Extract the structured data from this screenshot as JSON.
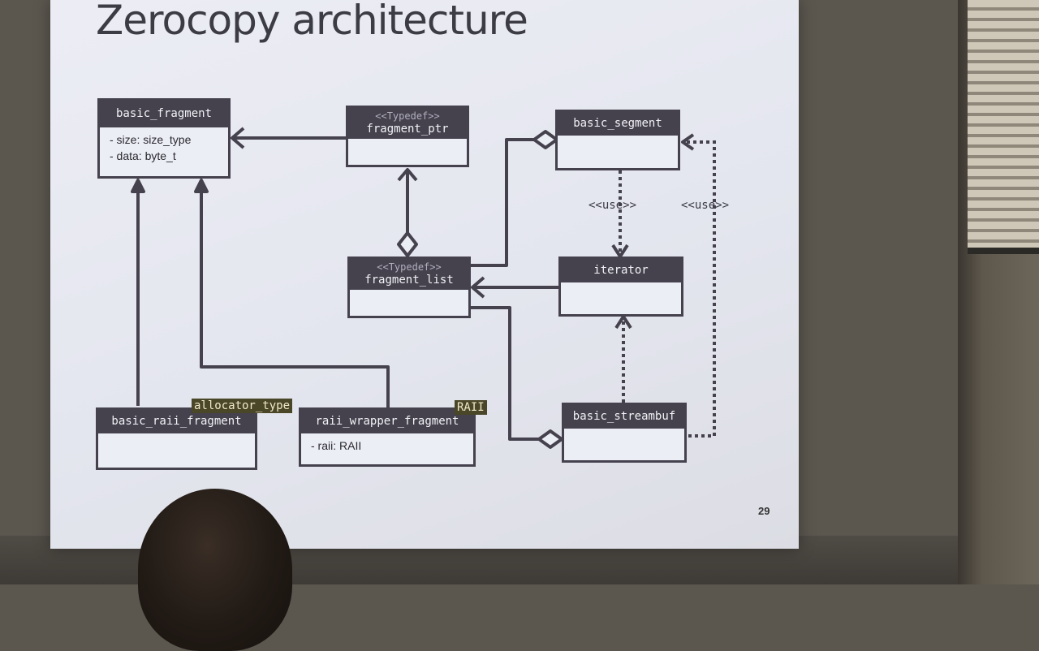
{
  "slide": {
    "title": "Zerocopy architecture",
    "page_number": "29"
  },
  "classes": {
    "basic_fragment": {
      "name": "basic_fragment",
      "attributes": [
        "- size: size_type",
        "- data: byte_t"
      ]
    },
    "fragment_ptr": {
      "stereotype": "<<Typedef>>",
      "name": "fragment_ptr"
    },
    "basic_segment": {
      "name": "basic_segment"
    },
    "fragment_list": {
      "stereotype": "<<Typedef>>",
      "name": "fragment_list"
    },
    "iterator": {
      "name": "iterator"
    },
    "basic_raii_fragment": {
      "name": "basic_raii_fragment",
      "template_param": "allocator_type"
    },
    "raii_wrapper_fragment": {
      "name": "raii_wrapper_fragment",
      "template_param": "RAII",
      "attributes": [
        "- raii: RAII"
      ]
    },
    "basic_streambuf": {
      "name": "basic_streambuf"
    }
  },
  "relations": {
    "use_label_1": "<<use>>",
    "use_label_2": "<<use>>"
  },
  "colors": {
    "slide_bg": "#e6e8f0",
    "class_header": "#45424e",
    "template_tag": "#4a4628"
  }
}
